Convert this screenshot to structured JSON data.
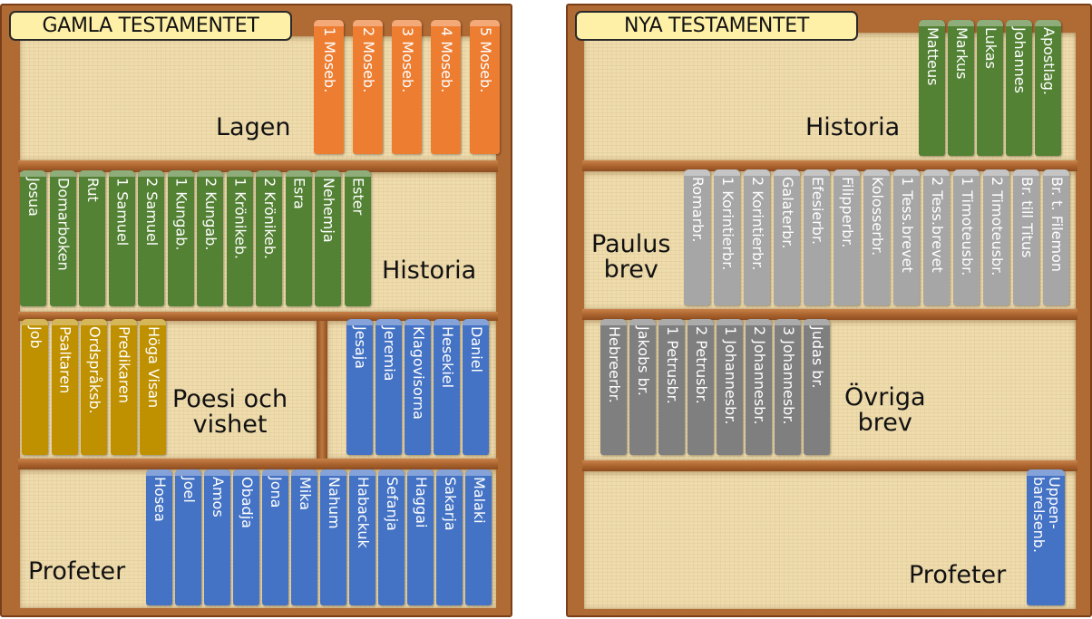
{
  "colors": {
    "wood": "#b06a34",
    "shelf_back": "#efdcad",
    "title_badge": "#fff0a8",
    "laws": "#ed7d31",
    "history": "#548235",
    "poetry": "#bf9000",
    "prophets": "#4472c4",
    "paul_letters": "#a6a6a6",
    "other_letters": "#7f7f7f"
  },
  "old_testament": {
    "title": "GAMLA TESTAMENTET",
    "sections": {
      "laws": {
        "label": "Lagen",
        "books": [
          "1 Moseb.",
          "2 Moseb.",
          "3 Moseb.",
          "4 Moseb.",
          "5 Moseb."
        ]
      },
      "history": {
        "label": "Historia",
        "books": [
          "Josua",
          "Domarboken",
          "Rut",
          "1 Samuel",
          "2 Samuel",
          "1 Kungab.",
          "2 Kungab.",
          "1 Krönikeb.",
          "2 Krönikeb.",
          "Esra",
          "Nehemja",
          "Ester"
        ]
      },
      "poetry": {
        "label_line1": "Poesi och",
        "label_line2": "vishet",
        "books": [
          "Job",
          "Psaltaren",
          "Ordspråksb.",
          "Predikaren",
          "Höga Visan"
        ]
      },
      "major_prophets": {
        "books": [
          "Jesaja",
          "Jeremia",
          "Klagovisorna",
          "Hesekiel",
          "Daniel"
        ]
      },
      "minor_prophets": {
        "label": "Profeter",
        "books": [
          "Hosea",
          "Joel",
          "Amos",
          "Obadja",
          "Jona",
          "Mika",
          "Nahum",
          "Habackuk",
          "Sefanja",
          "Haggai",
          "Sakarja",
          "Malaki"
        ]
      }
    }
  },
  "new_testament": {
    "title": "NYA TESTAMENTET",
    "sections": {
      "history": {
        "label": "Historia",
        "books": [
          "Matteus",
          "Markus",
          "Lukas",
          "Johannes",
          "Apostlag."
        ]
      },
      "paul": {
        "label_line1": "Paulus",
        "label_line2": "brev",
        "books": [
          "Romarbr.",
          "1 Korintierbr.",
          "2 Korintierbr.",
          "Galaterbr.",
          "Efesierbr.",
          "Filipperbr.",
          "Kolosserbr.",
          "1 Tess.brevet",
          "2 Tess.brevet",
          "1 Timoteusbr.",
          "2 Timoteusbr.",
          "Br. till Titus",
          "Br. t. Filemon"
        ]
      },
      "other_letters": {
        "label_line1": "Övriga",
        "label_line2": "brev",
        "books": [
          "Hebreerbr.",
          "Jakobs br.",
          "1 Petrusbr.",
          "2 Petrusbr.",
          "1 Johannesbr.",
          "2 Johannesbr.",
          "3 Johannesbr.",
          "Judas br."
        ]
      },
      "prophecy": {
        "label": "Profeter",
        "books": [
          "Uppen-\nbarelsenb."
        ]
      }
    }
  }
}
